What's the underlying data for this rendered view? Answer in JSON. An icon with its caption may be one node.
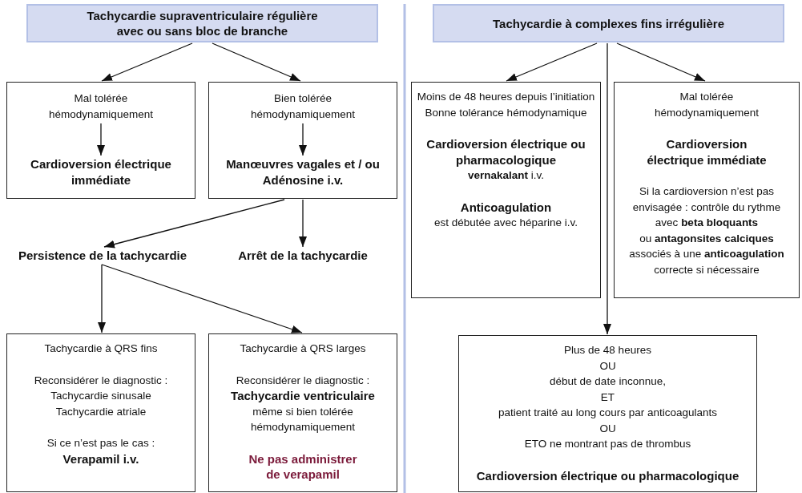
{
  "diagram": {
    "nodes": [
      {
        "text": [
          "Tachycardie supraventriculaire régulière avec ou sans bloc de branche"
        ]
      },
      {
        "text": [],
        "shape": "box"
      },
      {
        "text": [
          "Mal tolérée hémodynamiquement"
        ],
        "in": 1
      },
      {
        "text": [
          "Cardioversion électrique immédiate"
        ],
        "in": 1
      },
      {
        "text": [],
        "shape": "box"
      },
      {
        "text": [
          "Bien tolérée hémodynamiquement"
        ],
        "in": 4
      },
      {
        "text": [
          "Manœuvres vagales et / ou Adénosine i.v."
        ],
        "in": 4
      },
      {
        "text": [
          "Persistence de la tachycardie"
        ]
      },
      {
        "text": [
          "Arrêt de la tachycardie"
        ]
      },
      {
        "text": [
          "Tachycardie à QRS fins",
          "Reconsidérer le diagnostic :",
          "Tachycardie sinusale",
          "Tachycardie atriale",
          "Si ce n’est pas le cas :",
          "Verapamil i.v."
        ]
      },
      {
        "text": [
          "Tachycardie à QRS larges",
          "Reconsidérer le diagnostic :",
          "Tachycardie ventriculaire",
          "même si bien tolérée hémodynamiquement",
          "Ne pas administrer de verapamil"
        ]
      },
      {
        "text": [
          "Tachycardie à complexes fins irrégulière"
        ]
      },
      {
        "text": [
          "Moins de 48 heures depuis l’initiation",
          "Bonne tolérance hémodynamique",
          "Cardioversion électrique ou pharmacologique",
          "**vernakalant** i.v.",
          "Anticoagulation",
          "est débutée avec héparine i.v."
        ]
      },
      {
        "text": [
          "Mal tolérée hémodynamiquement",
          "Cardioversion électrique immédiate",
          "Si la cardioversion n’est pas envisagée : contrôle du rythme",
          "avec **beta bloquants**",
          "ou **antagonsites calciques**",
          "associés à une **anticoagulation** correcte si nécessaire"
        ]
      },
      {
        "text": [
          "Plus de 48 heures",
          "OU",
          "début de date inconnue,",
          "ET",
          "patient traité au long cours par anticoagulants",
          "OU",
          "ETO ne montrant pas de thrombus",
          "Cardioversion électrique ou pharmacologique"
        ]
      }
    ],
    "edges": [
      {
        "from": 0,
        "to": 1,
        "arrow": "to"
      },
      {
        "from": 0,
        "to": 4,
        "arrow": "to"
      },
      {
        "from": 2,
        "to": 3,
        "arrow": "to"
      },
      {
        "from": 5,
        "to": 6,
        "arrow": "to"
      },
      {
        "from": 4,
        "to": 7,
        "arrow": "to"
      },
      {
        "from": 4,
        "to": 8,
        "arrow": "to"
      },
      {
        "from": 7,
        "to": 9,
        "arrow": "to"
      },
      {
        "from": 7,
        "to": 10,
        "arrow": "to"
      },
      {
        "from": 11,
        "to": 12,
        "arrow": "to"
      },
      {
        "from": 11,
        "to": 13,
        "arrow": "to"
      },
      {
        "from": 11,
        "to": 14,
        "arrow": "to"
      }
    ]
  }
}
